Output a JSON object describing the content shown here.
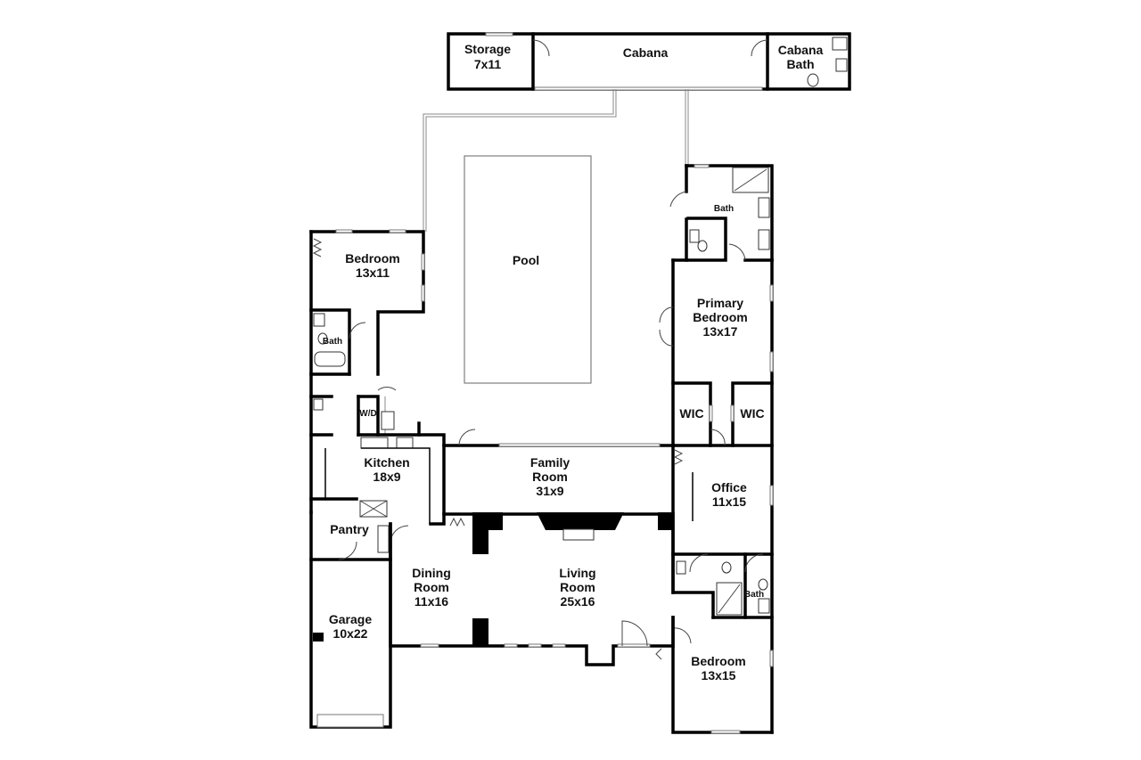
{
  "rooms": {
    "storage": {
      "name": "Storage",
      "size": "7x11"
    },
    "cabana": {
      "name": "Cabana"
    },
    "cabana_bath": {
      "line1": "Cabana",
      "line2": "Bath"
    },
    "pool": {
      "name": "Pool"
    },
    "bath_primary": {
      "name": "Bath"
    },
    "primary_bedroom": {
      "line1": "Primary",
      "line2": "Bedroom",
      "size": "13x17"
    },
    "wic_left": {
      "name": "WIC"
    },
    "wic_right": {
      "name": "WIC"
    },
    "bedroom_nw": {
      "name": "Bedroom",
      "size": "13x11"
    },
    "bath_west": {
      "name": "Bath"
    },
    "wd": {
      "name": "W/D"
    },
    "kitchen": {
      "name": "Kitchen",
      "size": "18x9"
    },
    "family_room": {
      "line1": "Family",
      "line2": "Room",
      "size": "31x9"
    },
    "office": {
      "name": "Office",
      "size": "11x15"
    },
    "pantry": {
      "name": "Pantry"
    },
    "dining_room": {
      "line1": "Dining",
      "line2": "Room",
      "size": "11x16"
    },
    "living_room": {
      "line1": "Living",
      "line2": "Room",
      "size": "25x16"
    },
    "bath_se": {
      "name": "Bath"
    },
    "garage": {
      "name": "Garage",
      "size": "10x22"
    },
    "bedroom_se": {
      "name": "Bedroom",
      "size": "13x15"
    }
  }
}
